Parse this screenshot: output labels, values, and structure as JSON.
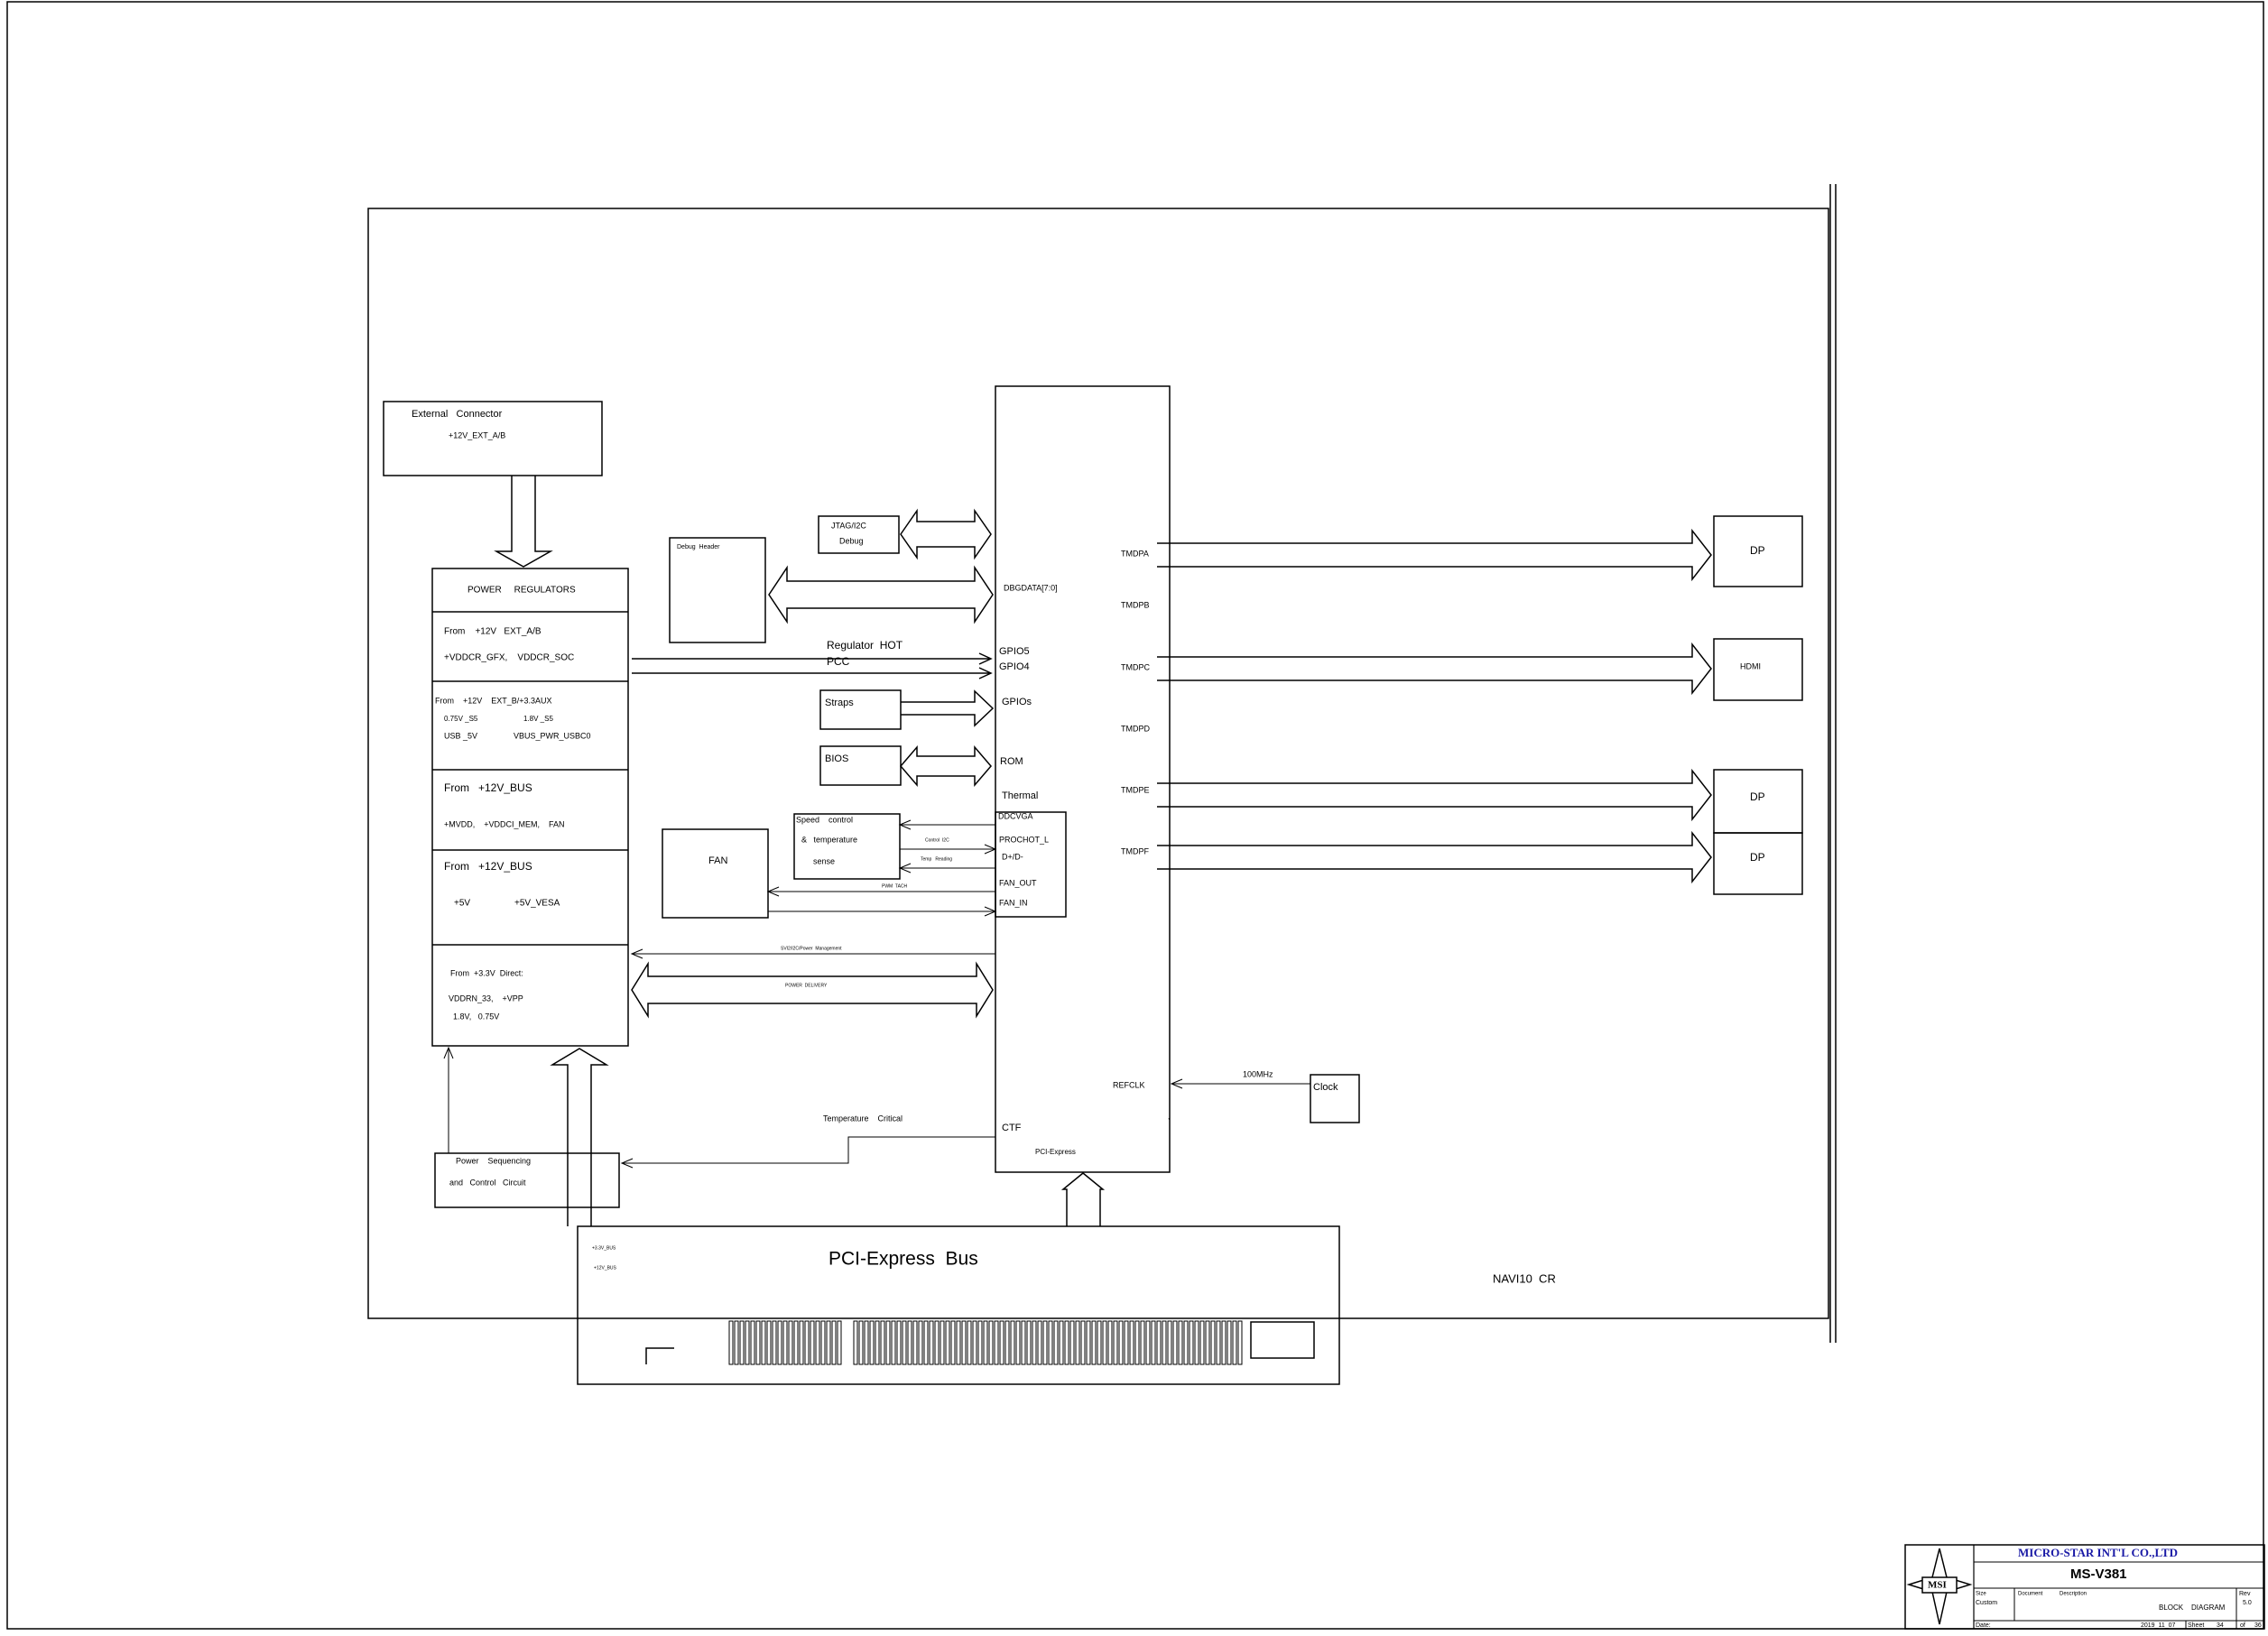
{
  "diagram": {
    "external_connector": {
      "title": "External   Connector",
      "rail": "+12V_EXT_A/B"
    },
    "power_regulators": {
      "title": "POWER     REGULATORS",
      "sec1": {
        "from": "From    +12V   EXT_A/B",
        "rails": "+VDDCR_GFX,    VDDCR_SOC"
      },
      "sec2": {
        "from": "From    +12V    EXT_B/+3.3AUX",
        "rail_a": "0.75V _S5",
        "rail_b": "1.8V _S5",
        "rail_c": "USB _5V",
        "rail_d": "VBUS_PWR_USBC0"
      },
      "sec3": {
        "from": "From   +12V_BUS",
        "rails": "+MVDD,    +VDDCI_MEM,    FAN"
      },
      "sec4": {
        "from": "From   +12V_BUS",
        "rail_a": "+5V",
        "rail_b": "+5V_VESA"
      },
      "sec5": {
        "from": "From  +3.3V  Direct:",
        "rails_a": "VDDRN_33,    +VPP",
        "rails_b": "1.8V,   0.75V"
      }
    },
    "debug_header": "Debug  Header",
    "jtag": {
      "line1": "JTAG/I2C",
      "line2": "Debug"
    },
    "straps": "Straps",
    "bios": "BIOS",
    "fan": "FAN",
    "speed_control": {
      "line1": "Speed    control",
      "line2": "&   temperature",
      "line3": "sense"
    },
    "regulator_hot": "Regulator  HOT",
    "pcc": "PCC",
    "gpu_pins": {
      "dbgdata": "DBGDATA[7:0]",
      "gpio5": "GPIO5",
      "gpio4": "GPIO4",
      "gpios": "GPIOs",
      "rom": "ROM",
      "thermal": "Thermal",
      "ddcvga": "DDCVGA",
      "prochot": "PROCHOT_L",
      "dpdm": "D+/D-",
      "fan_out": "FAN_OUT",
      "fan_in": "FAN_IN",
      "refclk": "REFCLK",
      "ctf": "CTF",
      "pcie": "PCI-Express"
    },
    "tmds": [
      "TMDPA",
      "TMDPB",
      "TMDPC",
      "TMDPD",
      "TMDPE",
      "TMDPF"
    ],
    "outputs": {
      "dp1": "DP",
      "hdmi": "HDMI",
      "dp2": "DP",
      "dp3": "DP"
    },
    "small_labels": {
      "ctrl": "Control  I2C",
      "temp": "Temp   Reading",
      "pwm": "PWM  TACH",
      "svi2": "SVI2/I2C/Power  Management",
      "power_delivery": "POWER  DELIVERY"
    },
    "clock": "Clock",
    "clock_freq": "100MHz",
    "temperature_critical": "Temperature    Critical",
    "power_sequencing": {
      "line1": "Power    Sequencing",
      "line2": "and   Control   Circuit"
    },
    "pcie_bus": "PCI-Express  Bus",
    "bus_rails": {
      "a": "+3.3V_BUS",
      "b": "+12V_BUS"
    },
    "chip_name": "NAVI10  CR"
  },
  "title_block": {
    "company": "MICRO-STAR INT'L CO.,LTD",
    "logo_text": "MSI",
    "model": "MS-V381",
    "size_label": "Size",
    "size_value": "Custom",
    "doc_label": "Document",
    "desc_label": "Description",
    "description": "BLOCK    DIAGRAM",
    "rev_label": "Rev",
    "rev_value": "5.0",
    "date_label": "Date:",
    "date_value": "2019_11_07",
    "sheet_label": "Sheet",
    "sheet_value": "34",
    "of_label": "of",
    "of_value": "36"
  }
}
